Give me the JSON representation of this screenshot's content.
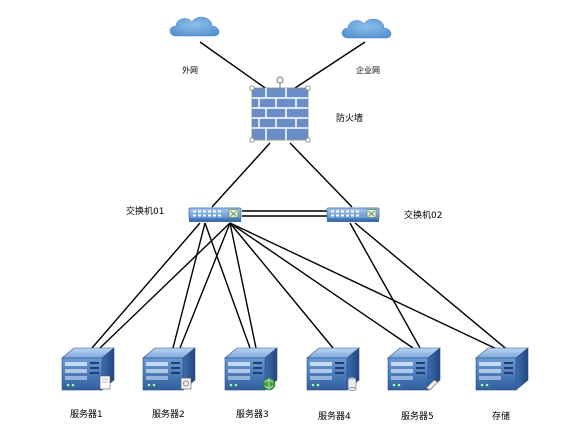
{
  "labels": {
    "internet": "外网",
    "enterprise_net": "企业网",
    "firewall": "防火墙",
    "switch1": "交换机01",
    "switch2": "交换机02",
    "server1": "服务器1",
    "server2": "服务器2",
    "server3": "服务器3",
    "server4": "服务器4",
    "server5": "服务器5",
    "storage": "存储"
  },
  "icons": {
    "cloud": "cloud-icon",
    "firewall": "brick-wall-icon",
    "switch": "network-switch-icon",
    "server": "server-icon"
  },
  "colors": {
    "cloud": "#5b9bd5",
    "brick": "#6a8fc8",
    "brick_mortar": "#ffffff",
    "switch_body": "#6f9fd8",
    "server_body": "#4f86c6",
    "link": "#000000"
  }
}
